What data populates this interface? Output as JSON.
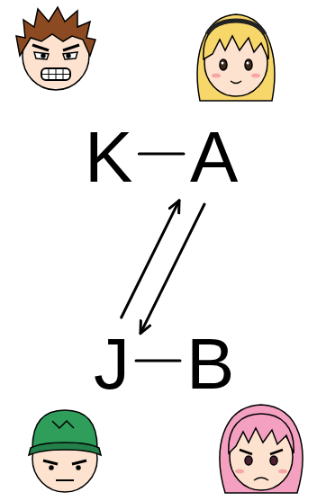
{
  "diagram": {
    "nodes": [
      {
        "text": [
          "K"
        ]
      },
      {
        "text": [
          "A"
        ]
      },
      {
        "text": [
          "J"
        ]
      },
      {
        "text": [
          "B"
        ]
      }
    ],
    "edges": [
      {
        "from": 0,
        "to": 1,
        "arrow": "none"
      },
      {
        "from": 2,
        "to": 1,
        "arrow": "to"
      },
      {
        "from": 1,
        "to": 2,
        "arrow": "to"
      },
      {
        "from": 2,
        "to": 3,
        "arrow": "none"
      }
    ]
  }
}
